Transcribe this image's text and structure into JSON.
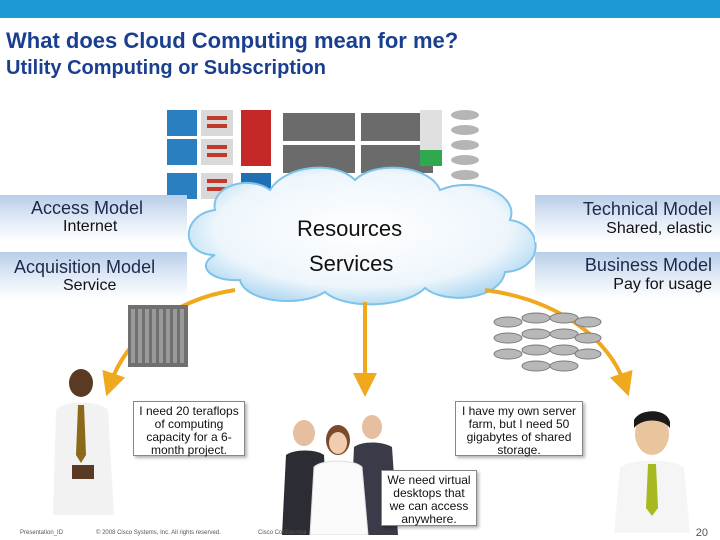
{
  "slide": {
    "title": "What does Cloud Computing mean for me?",
    "subtitle": "Utility Computing or Subscription"
  },
  "models": {
    "access": {
      "head": "Access Model",
      "sub": "Internet"
    },
    "acquisition": {
      "head": "Acquisition Model",
      "sub": "Service"
    },
    "technical": {
      "head": "Technical Model",
      "sub": "Shared, elastic"
    },
    "business": {
      "head": "Business Model",
      "sub": "Pay for usage"
    }
  },
  "cloud": {
    "line1": "Resources",
    "line2": "Services"
  },
  "bubbles": {
    "left": "I need 20 teraflops of computing capacity for a 6-month project.",
    "right": "I have my own server farm, but I need 50 gigabytes of shared storage.",
    "center": "We need virtual desktops that we can access anywhere."
  },
  "footer": {
    "left": "Presentation_ID",
    "copyright": "© 2008 Cisco Systems, Inc. All rights reserved.",
    "confidential": "Cisco Confidential",
    "page": "20"
  },
  "colors": {
    "accent": "#1b9ad6",
    "title": "#1a3f8f",
    "arrow": "#f0a81c"
  }
}
